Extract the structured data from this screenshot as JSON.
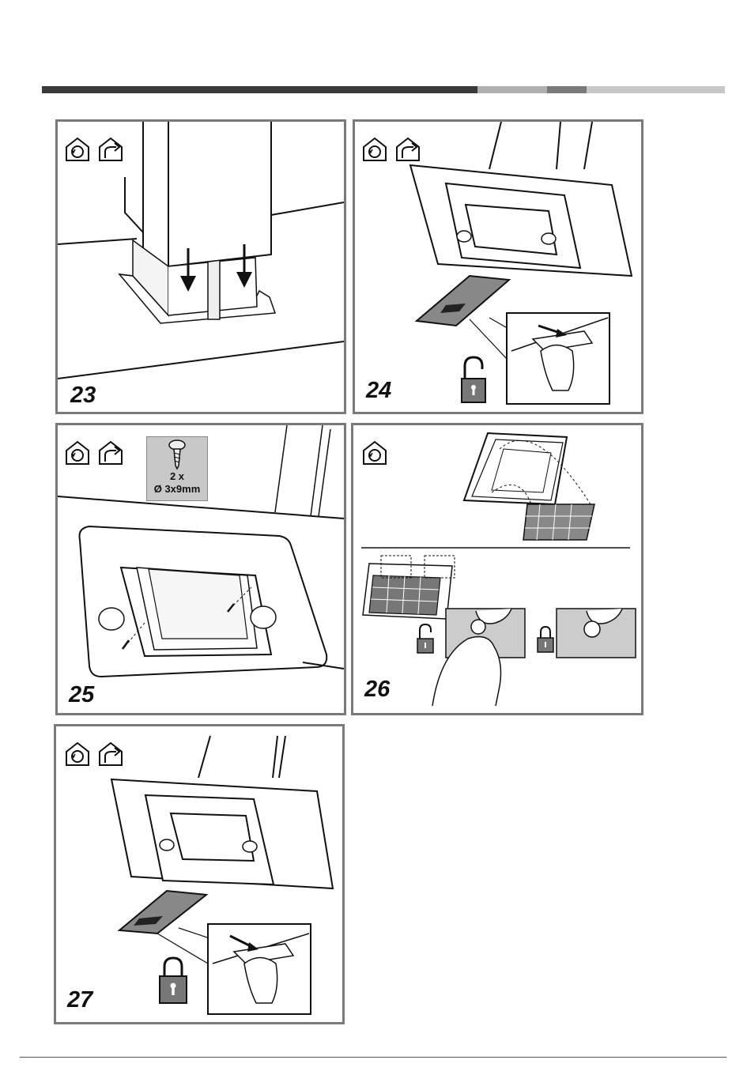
{
  "header": {
    "rule_colors": [
      "#3a3a3a",
      "#b0b0b0",
      "#7a7a7a",
      "#c8c8c8"
    ]
  },
  "icons": {
    "recirculation": "recirculation-house-icon",
    "extraction": "extraction-house-icon",
    "unlock": "unlocked-padlock-icon",
    "lock": "locked-padlock-icon"
  },
  "steps": [
    {
      "number": "23"
    },
    {
      "number": "24"
    },
    {
      "number": "25",
      "screw_qty": "2 x",
      "screw_size": "Ø 3x9mm"
    },
    {
      "number": "26"
    },
    {
      "number": "27"
    }
  ]
}
